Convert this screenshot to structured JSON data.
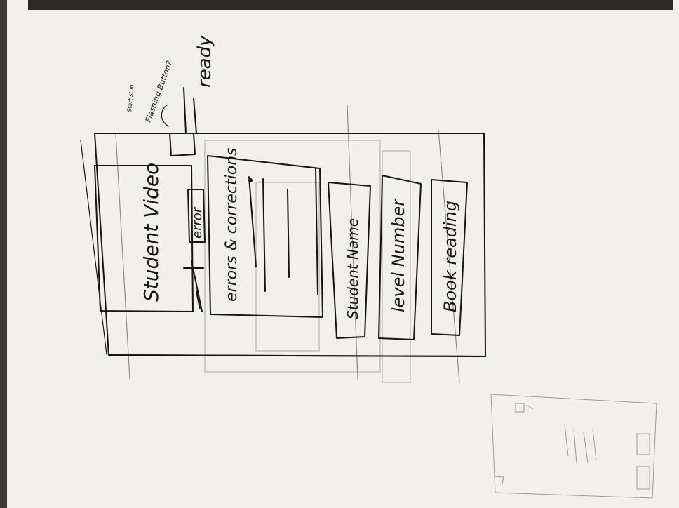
{
  "sketch": {
    "video_label": "Student Video",
    "error_label": "error",
    "ready_label": "ready",
    "flashing_note": "Flashing Button?",
    "start_stop_note": "Start stop",
    "errors_label": "errors & corrections",
    "student_name_label": "Student Name",
    "level_label": "level Number",
    "book_label": "Book reading"
  }
}
